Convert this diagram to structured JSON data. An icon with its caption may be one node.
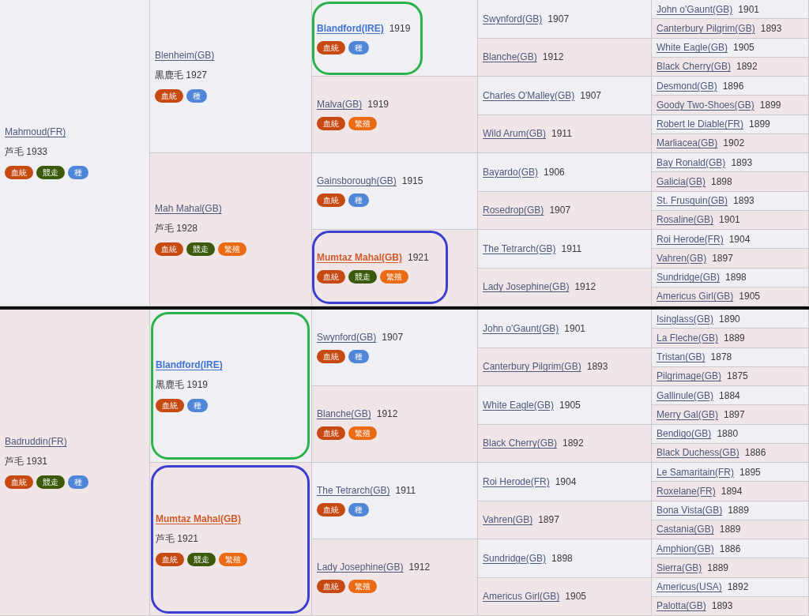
{
  "diagram": {
    "nodes": [
      {
        "text": [
          "Mahmoud(FR)",
          "芦毛 1933"
        ]
      },
      {
        "text": [
          "血統"
        ],
        "in": 0
      },
      {
        "text": [
          "競走"
        ],
        "in": 0
      },
      {
        "text": [
          "種"
        ],
        "in": 0
      },
      {
        "text": [
          "Blenheim(GB)",
          "黒鹿毛 1927"
        ]
      },
      {
        "text": [
          "血統"
        ],
        "in": 4
      },
      {
        "text": [
          "種"
        ],
        "in": 4
      },
      {
        "text": [],
        "shape": "box"
      },
      {
        "text": [
          "Blandford(IRE)",
          "1919"
        ],
        "in": 7
      },
      {
        "text": [
          "血統"
        ],
        "in": 8
      },
      {
        "text": [
          "種"
        ],
        "in": 8
      },
      {
        "text": [
          "Swynford(GB)",
          "1907"
        ]
      },
      {
        "text": [
          "John o'Gaunt(GB)",
          "1901"
        ]
      },
      {
        "text": [
          "Canterbury Pilgrim(GB)",
          "1893"
        ]
      },
      {
        "text": [
          "Blanche(GB)",
          "1912"
        ]
      },
      {
        "text": [
          "White Eagle(GB)",
          "1905"
        ]
      },
      {
        "text": [
          "Black Cherry(GB)",
          "1892"
        ]
      },
      {
        "text": [
          "Malva(GB)",
          "1919"
        ]
      },
      {
        "text": [
          "血統"
        ],
        "in": 17
      },
      {
        "text": [
          "繁殖"
        ],
        "in": 17
      },
      {
        "text": [
          "Charles O'Malley(GB)",
          "1907"
        ]
      },
      {
        "text": [
          "Desmond(GB)",
          "1896"
        ]
      },
      {
        "text": [
          "Goody Two-Shoes(GB)",
          "1899"
        ]
      },
      {
        "text": [
          "Wild Arum(GB)",
          "1911"
        ]
      },
      {
        "text": [
          "Robert le Diable(FR)",
          "1899"
        ]
      },
      {
        "text": [
          "Marliacea(GB)",
          "1902"
        ]
      },
      {
        "text": [
          "Mah Mahal(GB)",
          "芦毛 1928"
        ]
      },
      {
        "text": [
          "血統"
        ],
        "in": 26
      },
      {
        "text": [
          "競走"
        ],
        "in": 26
      },
      {
        "text": [
          "繁殖"
        ],
        "in": 26
      },
      {
        "text": [
          "Gainsborough(GB)",
          "1915"
        ]
      },
      {
        "text": [
          "血統"
        ],
        "in": 30
      },
      {
        "text": [
          "種"
        ],
        "in": 30
      },
      {
        "text": [
          "Bayardo(GB)",
          "1906"
        ]
      },
      {
        "text": [
          "Bay Ronald(GB)",
          "1893"
        ]
      },
      {
        "text": [
          "Galicia(GB)",
          "1898"
        ]
      },
      {
        "text": [
          "Rosedrop(GB)",
          "1907"
        ]
      },
      {
        "text": [
          "St. Frusquin(GB)",
          "1893"
        ]
      },
      {
        "text": [
          "Rosaline(GB)",
          "1901"
        ]
      },
      {
        "text": [],
        "shape": "box"
      },
      {
        "text": [
          "Mumtaz Mahal(GB)",
          "1921"
        ],
        "in": 39
      },
      {
        "text": [
          "血統"
        ],
        "in": 40
      },
      {
        "text": [
          "競走"
        ],
        "in": 40
      },
      {
        "text": [
          "繁殖"
        ],
        "in": 40
      },
      {
        "text": [
          "The Tetrarch(GB)",
          "1911"
        ]
      },
      {
        "text": [
          "Roi Herode(FR)",
          "1904"
        ]
      },
      {
        "text": [
          "Vahren(GB)",
          "1897"
        ]
      },
      {
        "text": [
          "Lady Josephine(GB)",
          "1912"
        ]
      },
      {
        "text": [
          "Sundridge(GB)",
          "1898"
        ]
      },
      {
        "text": [
          "Americus Girl(GB)",
          "1905"
        ]
      },
      {
        "text": [
          "Badruddin(FR)",
          "芦毛 1931"
        ]
      },
      {
        "text": [
          "血統"
        ],
        "in": 50
      },
      {
        "text": [
          "競走"
        ],
        "in": 50
      },
      {
        "text": [
          "種"
        ],
        "in": 50
      },
      {
        "text": [],
        "shape": "box"
      },
      {
        "text": [
          "Blandford(IRE)",
          "黒鹿毛 1919"
        ],
        "in": 54
      },
      {
        "text": [
          "血統"
        ],
        "in": 55
      },
      {
        "text": [
          "種"
        ],
        "in": 55
      },
      {
        "text": [
          "Swynford(GB)",
          "1907"
        ]
      },
      {
        "text": [
          "血統"
        ],
        "in": 58
      },
      {
        "text": [
          "種"
        ],
        "in": 58
      },
      {
        "text": [
          "John o'Gaunt(GB)",
          "1901"
        ]
      },
      {
        "text": [
          "Isinglass(GB)",
          "1890"
        ]
      },
      {
        "text": [
          "La Fleche(GB)",
          "1889"
        ]
      },
      {
        "text": [
          "Canterbury Pilgrim(GB)",
          "1893"
        ]
      },
      {
        "text": [
          "Tristan(GB)",
          "1878"
        ]
      },
      {
        "text": [
          "Pilgrimage(GB)",
          "1875"
        ]
      },
      {
        "text": [
          "Blanche(GB)",
          "1912"
        ]
      },
      {
        "text": [
          "血統"
        ],
        "in": 67
      },
      {
        "text": [
          "繁殖"
        ],
        "in": 67
      },
      {
        "text": [
          "White Eagle(GB)",
          "1905"
        ]
      },
      {
        "text": [
          "Gallinule(GB)",
          "1884"
        ]
      },
      {
        "text": [
          "Merry Gal(GB)",
          "1897"
        ]
      },
      {
        "text": [
          "Black Cherry(GB)",
          "1892"
        ]
      },
      {
        "text": [
          "Bendigo(GB)",
          "1880"
        ]
      },
      {
        "text": [
          "Black Duchess(GB)",
          "1886"
        ]
      },
      {
        "text": [],
        "shape": "box"
      },
      {
        "text": [
          "Mumtaz Mahal(GB)",
          "芦毛 1921"
        ],
        "in": 76
      },
      {
        "text": [
          "血統"
        ],
        "in": 77
      },
      {
        "text": [
          "競走"
        ],
        "in": 77
      },
      {
        "text": [
          "繁殖"
        ],
        "in": 77
      },
      {
        "text": [
          "The Tetrarch(GB)",
          "1911"
        ]
      },
      {
        "text": [
          "血統"
        ],
        "in": 81
      },
      {
        "text": [
          "種"
        ],
        "in": 81
      },
      {
        "text": [
          "Roi Herode(FR)",
          "1904"
        ]
      },
      {
        "text": [
          "Le Samaritain(FR)",
          "1895"
        ]
      },
      {
        "text": [
          "Roxelane(FR)",
          "1894"
        ]
      },
      {
        "text": [
          "Vahren(GB)",
          "1897"
        ]
      },
      {
        "text": [
          "Bona Vista(GB)",
          "1889"
        ]
      },
      {
        "text": [
          "Castania(GB)",
          "1889"
        ]
      },
      {
        "text": [
          "Lady Josephine(GB)",
          "1912"
        ]
      },
      {
        "text": [
          "血統"
        ],
        "in": 90
      },
      {
        "text": [
          "繁殖"
        ],
        "in": 90
      },
      {
        "text": [
          "Sundridge(GB)",
          "1898"
        ]
      },
      {
        "text": [
          "Amphion(GB)",
          "1886"
        ]
      },
      {
        "text": [
          "Sierra(GB)",
          "1889"
        ]
      },
      {
        "text": [
          "Americus Girl(GB)",
          "1905"
        ]
      },
      {
        "text": [
          "Americus(USA)",
          "1892"
        ]
      },
      {
        "text": [
          "Palotta(GB)",
          "1893"
        ]
      }
    ]
  }
}
